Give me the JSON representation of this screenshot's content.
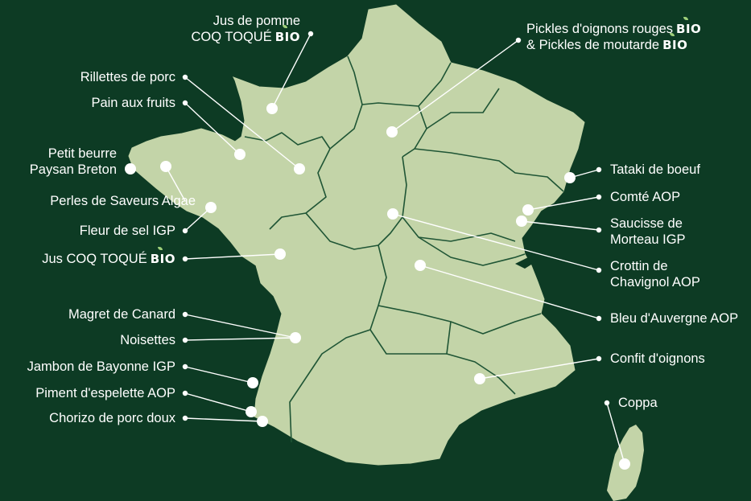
{
  "colors": {
    "background": "#0d3b24",
    "land": "#c3d4a8",
    "borders": "#1f5535",
    "leader_lines": "#ffffff",
    "points": "#ffffff",
    "bio_leaf": "#9fd07a"
  },
  "bio_badge": "BIO",
  "labels": {
    "jus_pomme_1": "Jus de pomme",
    "jus_pomme_2": "COQ TOQUÉ",
    "rillettes": "Rillettes de porc",
    "pain_fruits": "Pain aux fruits",
    "petit_beurre_1": "Petit beurre",
    "petit_beurre_2": "Paysan Breton",
    "perles": "Perles de Saveurs Algae",
    "fleur_sel": "Fleur de sel IGP",
    "jus_coq": "Jus COQ TOQUÉ",
    "magret": "Magret de Canard",
    "noisettes": "Noisettes",
    "jambon": "Jambon de Bayonne IGP",
    "piment": "Piment d'espelette AOP",
    "chorizo": "Chorizo de porc doux",
    "pickles_1": "Pickles d'oignons rouges",
    "pickles_2": "& Pickles de moutarde",
    "tataki": "Tataki de boeuf",
    "comte": "Comté AOP",
    "saucisse_1": "Saucisse de",
    "saucisse_2": "Morteau IGP",
    "crottin_1": "Crottin de",
    "crottin_2": "Chavignol AOP",
    "bleu": "Bleu d'Auvergne AOP",
    "confit": "Confit d'oignons",
    "coppa": "Coppa"
  }
}
